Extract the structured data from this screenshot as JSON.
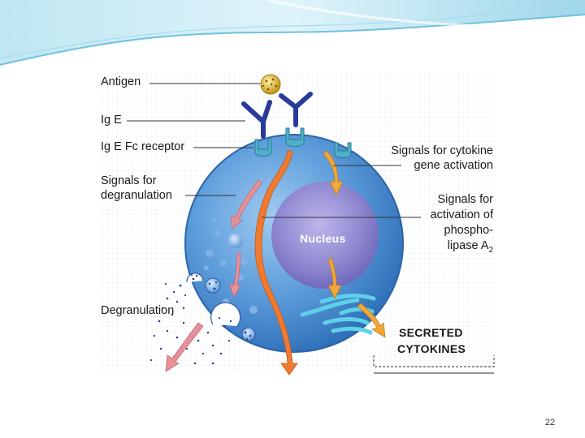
{
  "diagram": {
    "labels": {
      "antigen": "Antigen",
      "ige": "Ig E",
      "ige_fc_receptor": "Ig E Fc receptor",
      "signals_degranulation_line1": "Signals for",
      "signals_degranulation_line2": "degranulation",
      "degranulation": "Degranulation",
      "signals_cytokine_line1": "Signals for cytokine",
      "signals_cytokine_line2": "gene activation",
      "signals_phospholipase_line1": "Signals for",
      "signals_phospholipase_line2": "activation of",
      "signals_phospholipase_line3": "phospho-",
      "signals_phospholipase_line4": "lipase A",
      "signals_phospholipase_subscript": "2",
      "nucleus": "Nucleus",
      "secreted_line1": "SECRETED",
      "secreted_line2": "CYTOKINES"
    },
    "colors": {
      "cell": "#4a90d0",
      "nucleus": "#8c86cc",
      "antibody": "#2a3a9c",
      "receptor": "#4fb0c8",
      "pink_arrow": "#e8909a",
      "orange_arrow": "#f07a30",
      "yellow_arrow": "#f0a838",
      "antigen": "#d8b030"
    }
  },
  "page_number": "22"
}
